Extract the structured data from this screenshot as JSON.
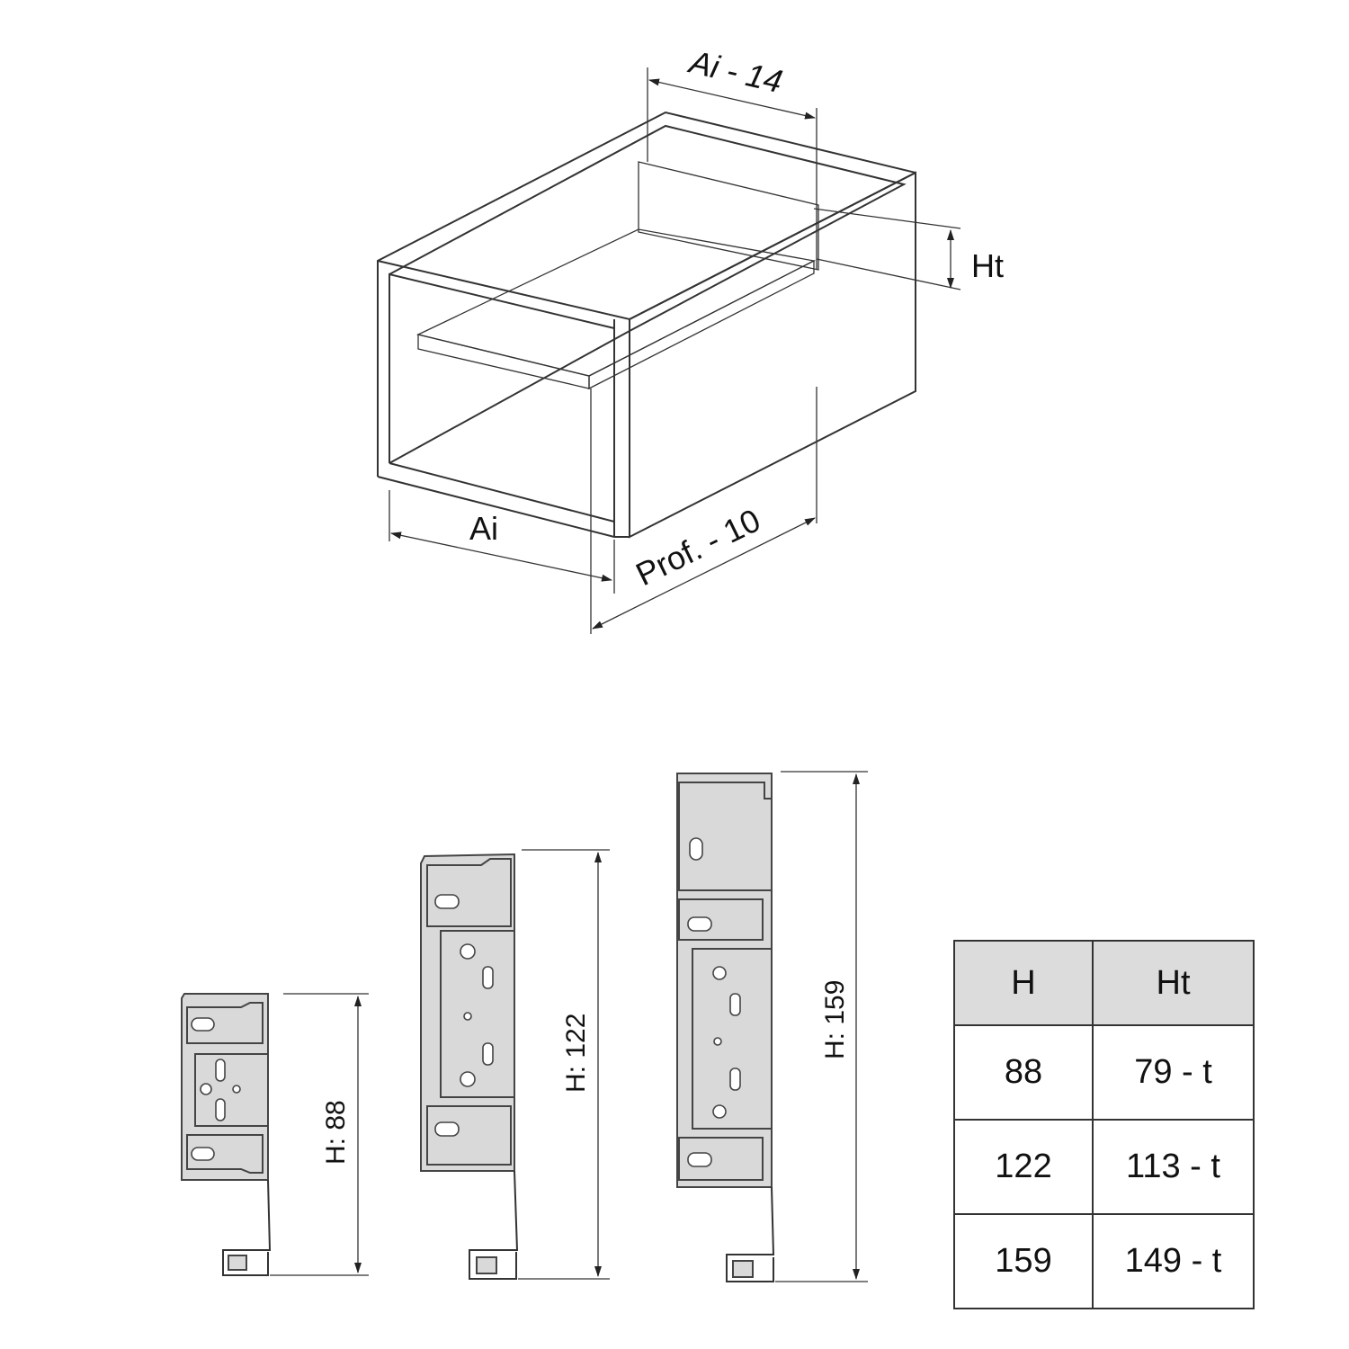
{
  "cabinet_diagram": {
    "dim_width_inner": "Ai - 14",
    "dim_height": "Ht",
    "dim_width": "Ai",
    "dim_depth": "Prof. - 10",
    "shelf_color": "#f6e6cc"
  },
  "brackets": [
    {
      "label": "H: 88"
    },
    {
      "label": "H: 122"
    },
    {
      "label": "H: 159"
    }
  ],
  "table": {
    "headers": [
      "H",
      "Ht"
    ],
    "rows": [
      [
        "88",
        "79 - t"
      ],
      [
        "122",
        "113 - t"
      ],
      [
        "159",
        "149 - t"
      ]
    ]
  }
}
